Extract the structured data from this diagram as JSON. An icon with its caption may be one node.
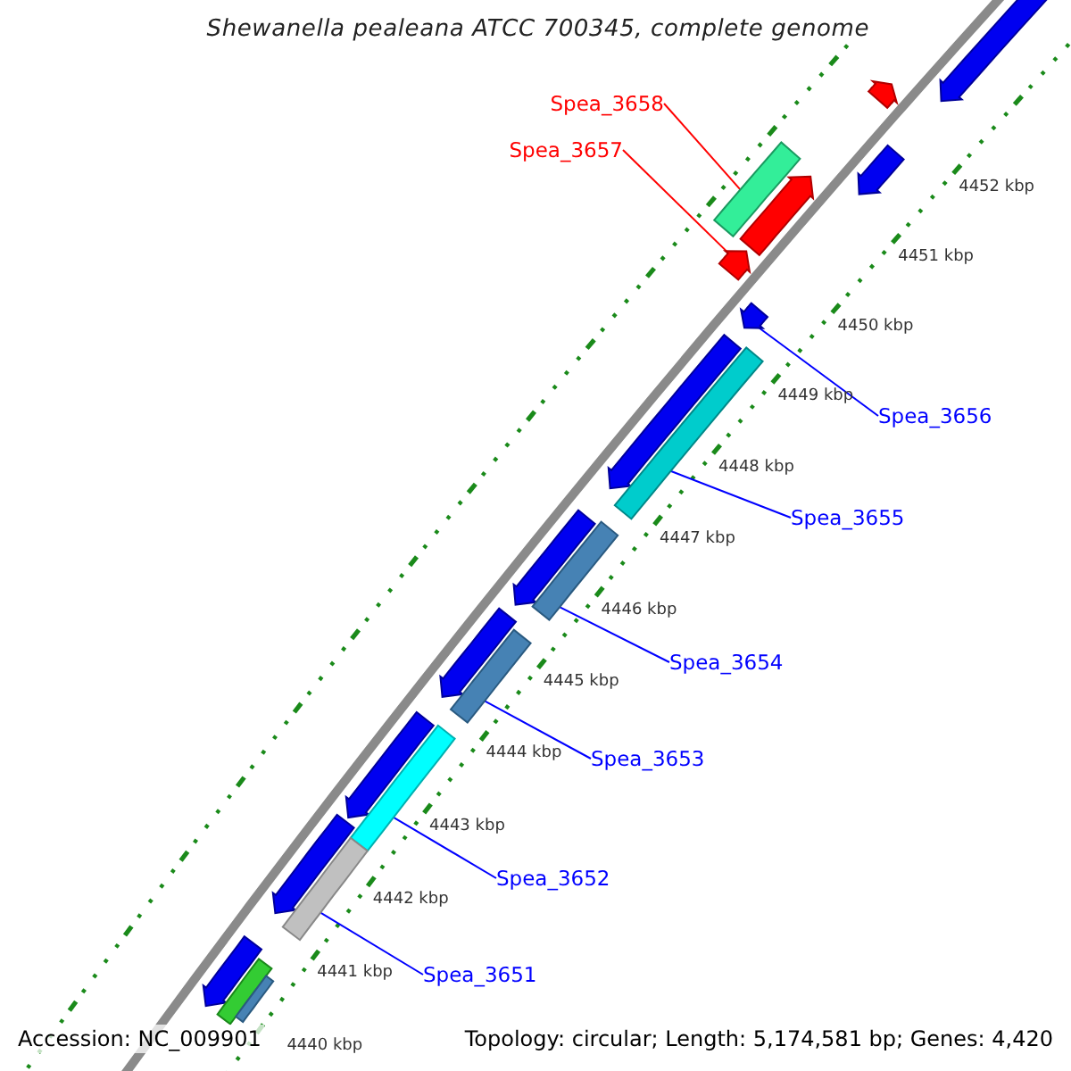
{
  "diagram": {
    "title": "Shewanella pealeana ATCC 700345, complete genome",
    "nodes": [
      {
        "text": [
          "Spea_3658"
        ]
      },
      {
        "text": [
          "Spea_3657"
        ]
      },
      {
        "text": [
          "Spea_3656"
        ]
      },
      {
        "text": [
          "Spea_3655"
        ]
      },
      {
        "text": [
          "Spea_3654"
        ]
      },
      {
        "text": [
          "Spea_3653"
        ]
      },
      {
        "text": [
          "Spea_3652"
        ]
      },
      {
        "text": [
          "Spea_3651"
        ]
      },
      {
        "text": [],
        "shape": "arrow"
      },
      {
        "text": [],
        "shape": "arrow"
      },
      {
        "text": [],
        "shape": "arrow"
      },
      {
        "text": [],
        "shape": "bar"
      },
      {
        "text": [],
        "shape": "arrow"
      },
      {
        "text": [],
        "shape": "arrow"
      },
      {
        "text": [],
        "shape": "arrow"
      },
      {
        "text": [],
        "shape": "arrow"
      },
      {
        "text": [],
        "shape": "bar"
      },
      {
        "text": [],
        "shape": "arrow"
      },
      {
        "text": [],
        "shape": "bar"
      },
      {
        "text": [],
        "shape": "arrow"
      },
      {
        "text": [],
        "shape": "bar"
      },
      {
        "text": [],
        "shape": "arrow"
      },
      {
        "text": [],
        "shape": "bar"
      },
      {
        "text": [],
        "shape": "arrow"
      },
      {
        "text": [],
        "shape": "bar"
      },
      {
        "text": [],
        "shape": "arrow"
      },
      {
        "text": [],
        "shape": "bar"
      },
      {
        "text": [],
        "shape": "bar"
      }
    ],
    "edges": [
      {
        "from": 0,
        "to": 11,
        "arrow": "none",
        "color": "#ff0000"
      },
      {
        "from": 1,
        "to": 13,
        "arrow": "none",
        "color": "#ff0000"
      },
      {
        "from": 2,
        "to": 14,
        "arrow": "none"
      },
      {
        "from": 3,
        "to": 16,
        "arrow": "none"
      },
      {
        "from": 4,
        "to": 18,
        "arrow": "none"
      },
      {
        "from": 5,
        "to": 20,
        "arrow": "none"
      },
      {
        "from": 6,
        "to": 22,
        "arrow": "none"
      },
      {
        "from": 7,
        "to": 24,
        "arrow": "none"
      }
    ],
    "labels": [
      "4452 kbp",
      "4451 kbp",
      "4450 kbp",
      "4449 kbp",
      "4448 kbp",
      "4447 kbp",
      "4446 kbp",
      "4445 kbp",
      "4444 kbp",
      "4443 kbp",
      "4442 kbp",
      "4441 kbp",
      "4440 kbp",
      "Accession: NC_009901",
      "Topology: circular; Length: 5,174,581 bp; Genes: 4,420"
    ]
  }
}
